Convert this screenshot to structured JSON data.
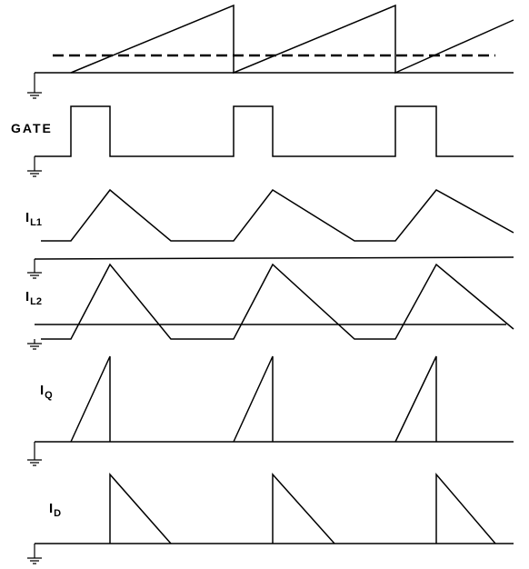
{
  "colors": {
    "background": "#ffffff",
    "stroke": "#000000"
  },
  "labels": {
    "gate": "GATE",
    "il1_main": "I",
    "il1_sub": "L1",
    "il2_main": "I",
    "il2_sub": "L2",
    "iq_main": "I",
    "iq_sub": "Q",
    "id_main": "I",
    "id_sub": "D"
  }
}
